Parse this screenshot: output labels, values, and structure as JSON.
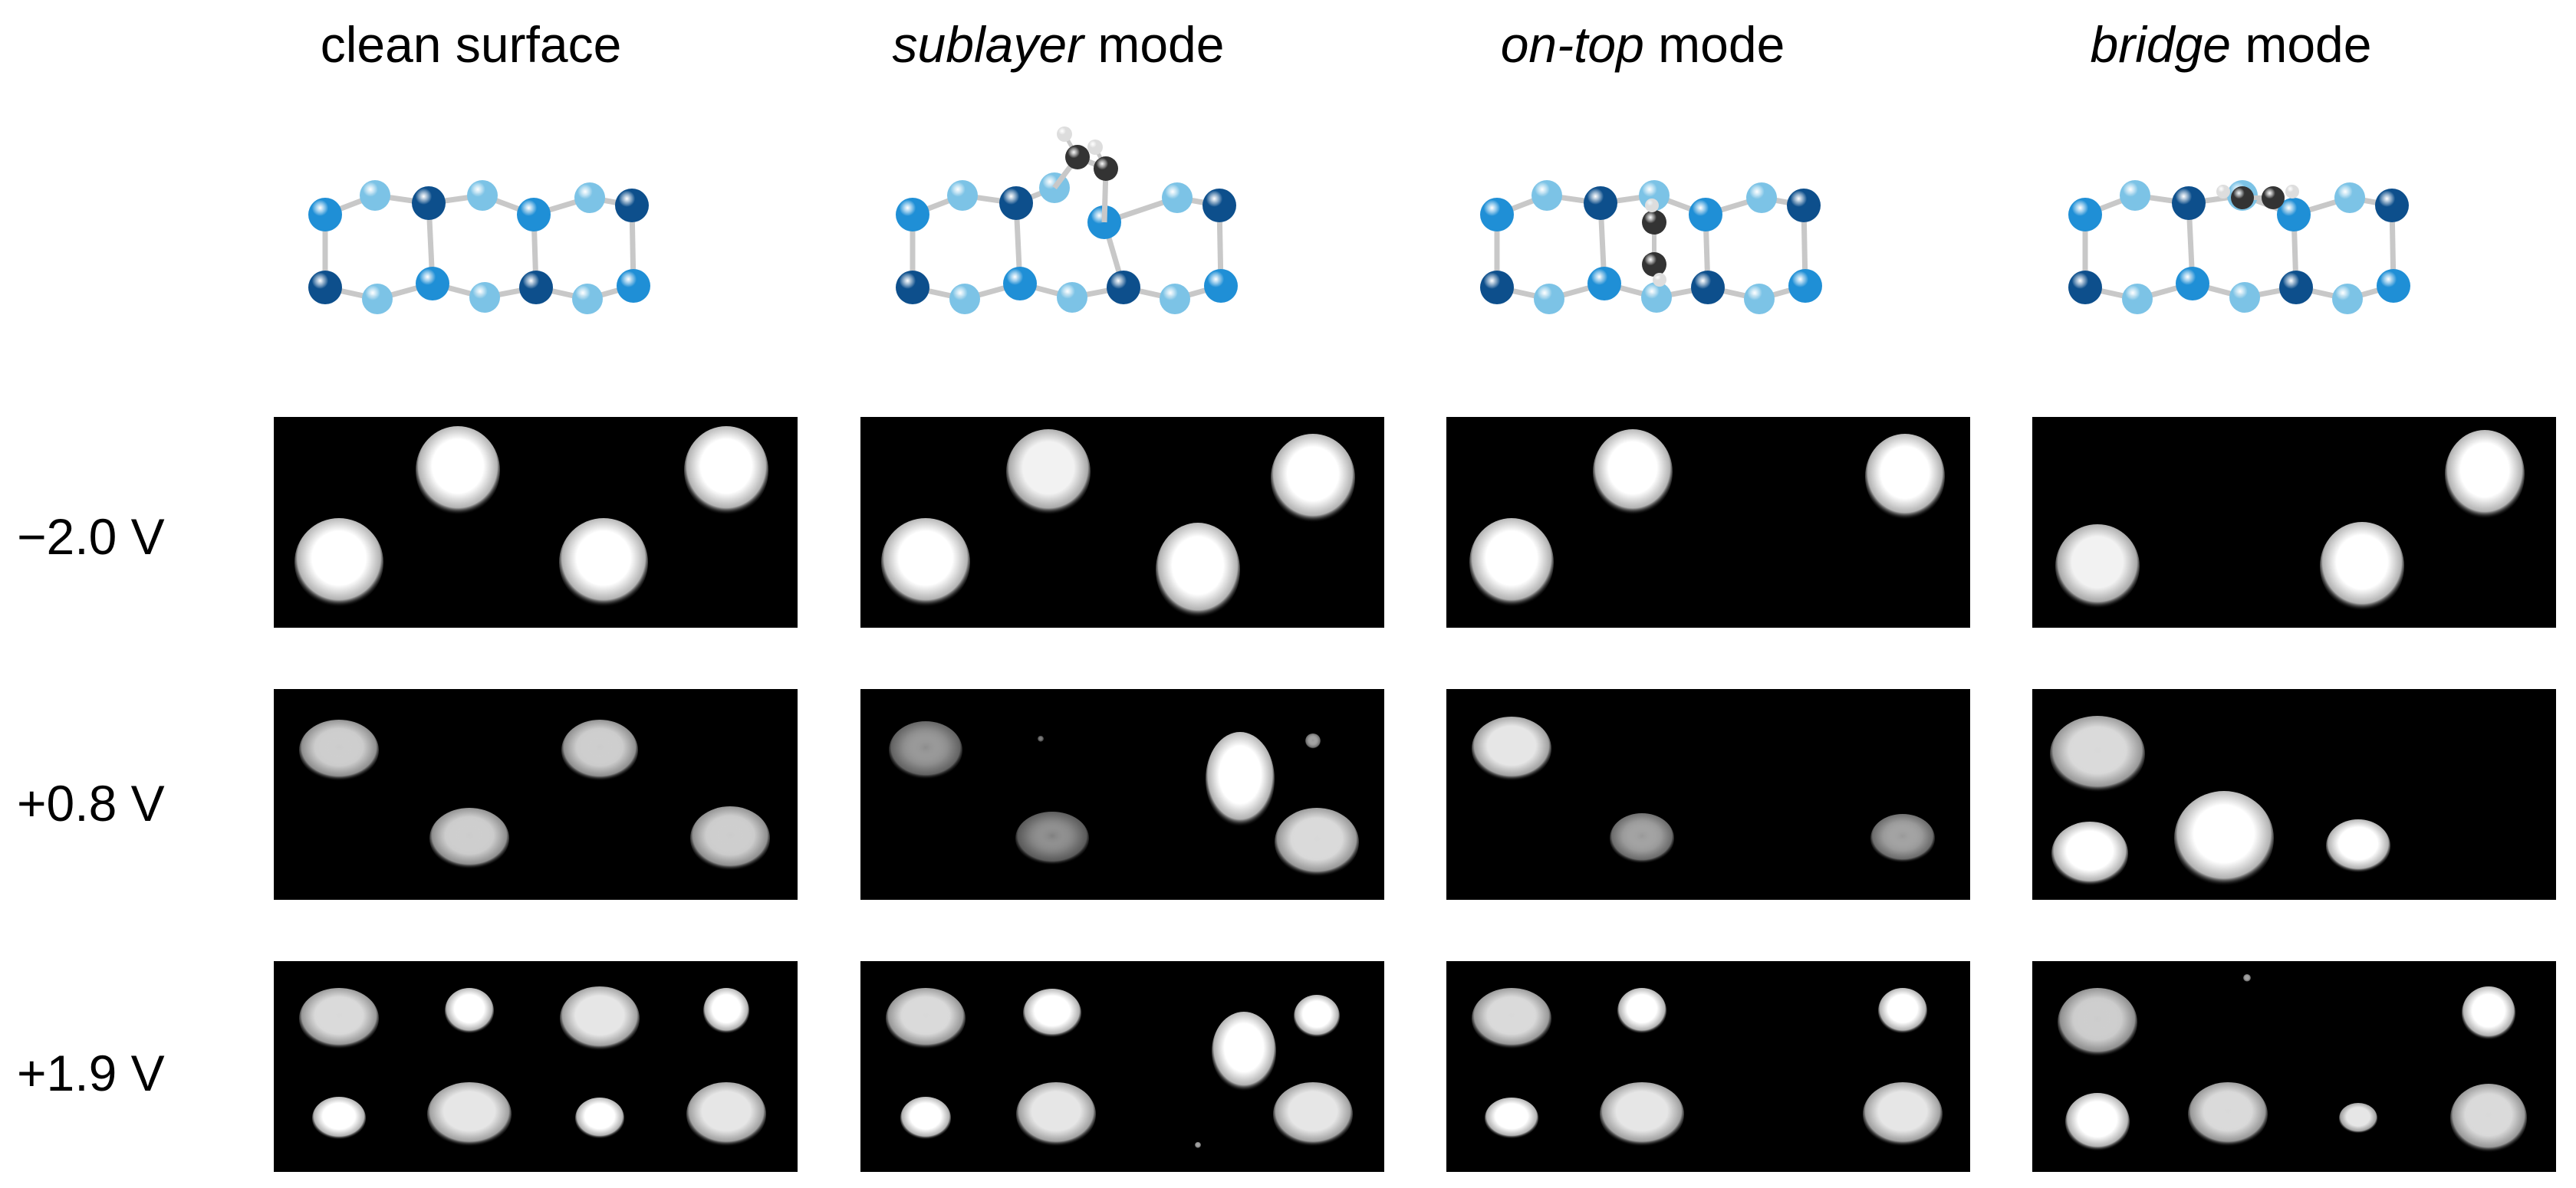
{
  "columns": [
    {
      "key": "clean",
      "italic": "",
      "rest": "clean surface"
    },
    {
      "key": "sublayer",
      "italic": "sublayer",
      "rest": " mode"
    },
    {
      "key": "ontop",
      "italic": "on-top",
      "rest": " mode"
    },
    {
      "key": "bridge",
      "italic": "bridge",
      "rest": " mode"
    }
  ],
  "rows": [
    {
      "key": "v1",
      "label": "−2.0 V"
    },
    {
      "key": "v2",
      "label": "+0.8 V"
    },
    {
      "key": "v3",
      "label": "+1.9 V"
    }
  ],
  "colors": {
    "atom_dark": "#0d4f8c",
    "atom_mid": "#1f8fd6",
    "atom_light": "#7cc3e6",
    "bond": "#c8c8c8",
    "carbon": "#333333",
    "hydrogen": "#ffffff",
    "panel_bg": "#000000"
  }
}
